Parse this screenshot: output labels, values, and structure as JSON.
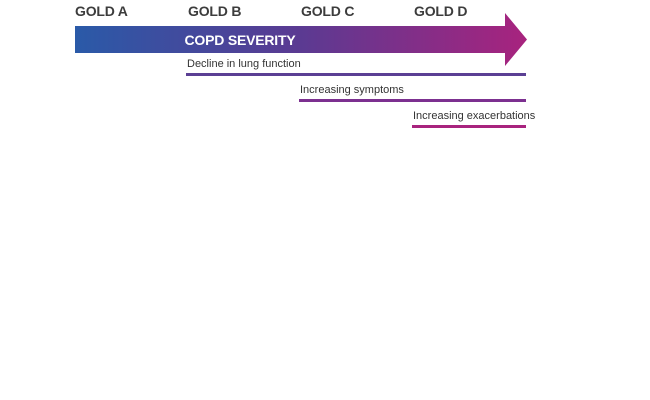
{
  "stages": [
    {
      "label": "GOLD A"
    },
    {
      "label": "GOLD B"
    },
    {
      "label": "GOLD C"
    },
    {
      "label": "GOLD D"
    }
  ],
  "arrow": {
    "title": "COPD SEVERITY",
    "gradient_start_color": "#2a5aa8",
    "gradient_mid_color": "#5b3a92",
    "gradient_end_color": "#a8237e"
  },
  "factors": [
    {
      "label": "Decline in lung function",
      "color": "#5b3f94"
    },
    {
      "label": "Increasing symptoms",
      "color": "#7c3090"
    },
    {
      "label": "Increasing exacerbations",
      "color": "#a8237e"
    }
  ]
}
